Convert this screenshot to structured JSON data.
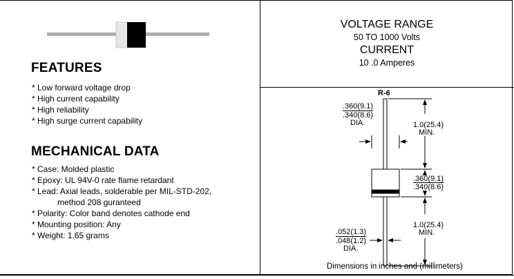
{
  "features": {
    "title": "FEATURES",
    "items": [
      "* Low forward voltage drop",
      "* High current capability",
      "* High reliability",
      "* High surge current capability"
    ]
  },
  "mechanical": {
    "title": "MECHANICAL DATA",
    "items": [
      "* Case: Molded plastic",
      "* Epoxy: UL 94V-0 rate flame retardant",
      "* Lead: Axial leads, solderable per MIL-STD-202,",
      "method 208 guranteed",
      "* Polarity: Color band denotes cathode end",
      "* Mounting position: Any",
      "* Weight: 1.65 grams"
    ]
  },
  "ratings": {
    "voltage_title": "VOLTAGE RANGE",
    "voltage_value": "50 TO 1000 Volts",
    "current_title": "CURRENT",
    "current_value": "10 .0 Amperes"
  },
  "diagram": {
    "package": "R-6",
    "lead_dia_max": ".360(9.1)",
    "lead_dia_min": ".340(8.6)",
    "dia_label": "DIA.",
    "lead_len_top": "1.0(25.4)",
    "min_label": "MIN.",
    "body_len_max": ".360(9.1)",
    "body_len_min": ".340(8.6)",
    "lead_len_bottom": "1.0(25.4)",
    "wire_dia_max": ".052(1.3)",
    "wire_dia_min": ".048(1.2)",
    "dia_label_2": "DIA.",
    "min_label_2": "MIN.",
    "footer": "Dimensions in inches and (millimeters)"
  }
}
